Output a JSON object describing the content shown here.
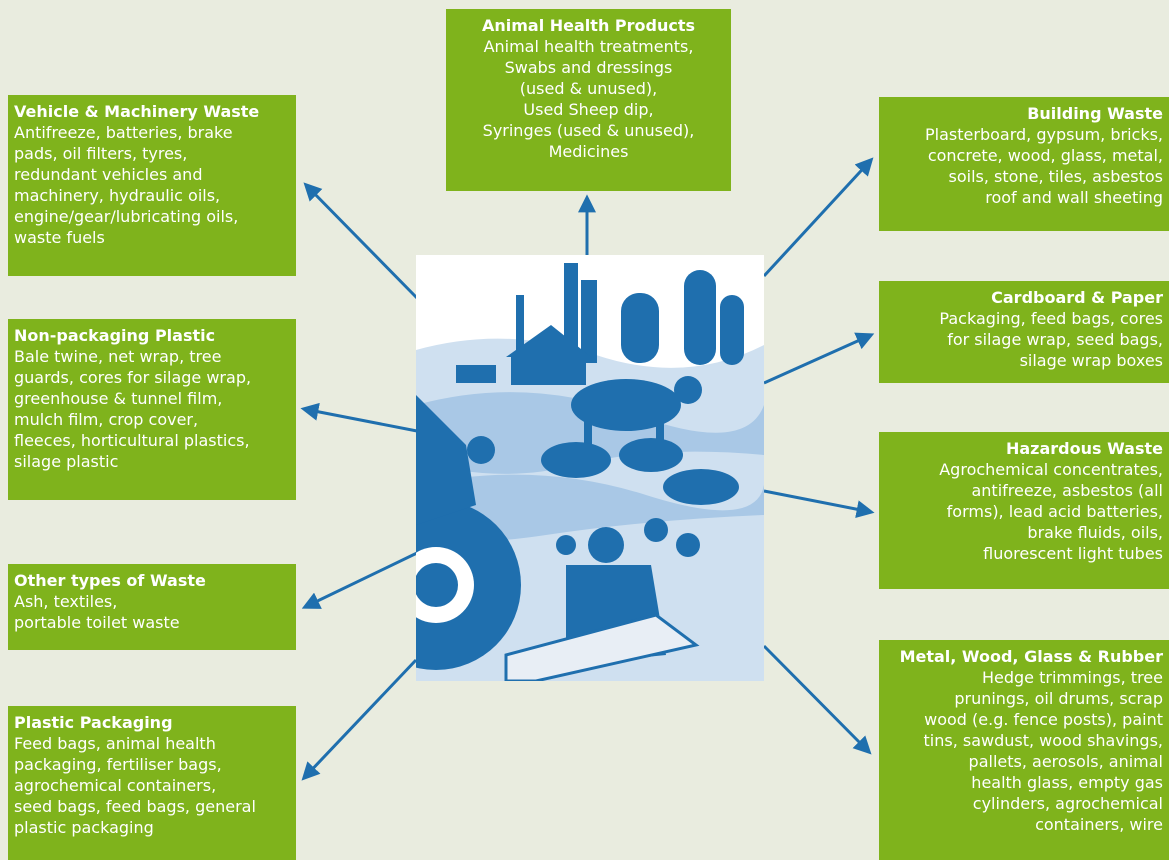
{
  "colors": {
    "box": "#7fb31c",
    "arrow": "#1f6fae",
    "background": "#e9ecdf",
    "illustration": "#1f6fae"
  },
  "center_image": {
    "icon": "farm-illustration-icon"
  },
  "categories": {
    "animal_health": {
      "title": "Animal Health Products",
      "body": "Animal health treatments,\nSwabs and dressings\n(used & unused),\nUsed Sheep dip,\nSyringes (used & unused),\nMedicines"
    },
    "vehicle": {
      "title": "Vehicle & Machinery Waste",
      "body": "Antifreeze, batteries, brake\npads, oil filters, tyres,\nredundant vehicles and\nmachinery, hydraulic oils,\nengine/gear/lubricating oils,\nwaste fuels"
    },
    "non_packaging_plastic": {
      "title": "Non-packaging Plastic",
      "body": "Bale twine, net wrap, tree\nguards, cores for silage wrap,\ngreenhouse & tunnel film,\nmulch film, crop cover,\nfleeces, horticultural plastics,\nsilage plastic"
    },
    "other": {
      "title": "Other types of Waste",
      "body": "Ash, textiles,\nportable toilet waste"
    },
    "plastic_packaging": {
      "title": "Plastic Packaging",
      "body": "Feed bags, animal health\npackaging, fertiliser bags,\nagrochemical containers,\nseed bags, feed bags, general\nplastic packaging"
    },
    "building": {
      "title": "Building Waste",
      "body": "Plasterboard, gypsum, bricks,\nconcrete, wood, glass, metal,\nsoils, stone, tiles, asbestos\nroof and wall sheeting"
    },
    "cardboard": {
      "title": "Cardboard & Paper",
      "body": "Packaging, feed bags, cores\nfor silage wrap, seed bags,\nsilage wrap boxes"
    },
    "hazardous": {
      "title": "Hazardous Waste",
      "body": "Agrochemical concentrates,\nantifreeze, asbestos (all\nforms), lead acid batteries,\nbrake fluids, oils,\nfluorescent light tubes"
    },
    "metal": {
      "title": "Metal, Wood, Glass & Rubber",
      "body": "Hedge trimmings, tree\nprunings, oil drums, scrap\nwood (e.g. fence posts), paint\ntins, sawdust, wood shavings,\npallets, aerosols, animal\nhealth glass, empty gas\ncylinders, agrochemical\ncontainers, wire"
    }
  }
}
